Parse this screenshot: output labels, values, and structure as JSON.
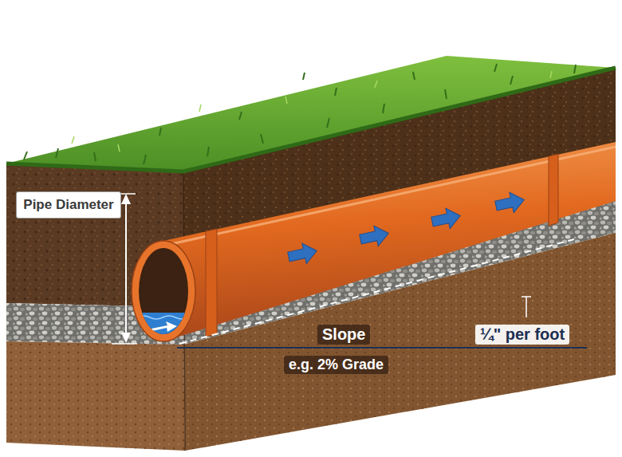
{
  "diagram": {
    "nodes": [
      {
        "text": [
          "Pipe Diameter"
        ]
      }
    ],
    "labels": [
      "Slope",
      "¼\" per foot",
      "e.g. 2% Grade"
    ]
  }
}
